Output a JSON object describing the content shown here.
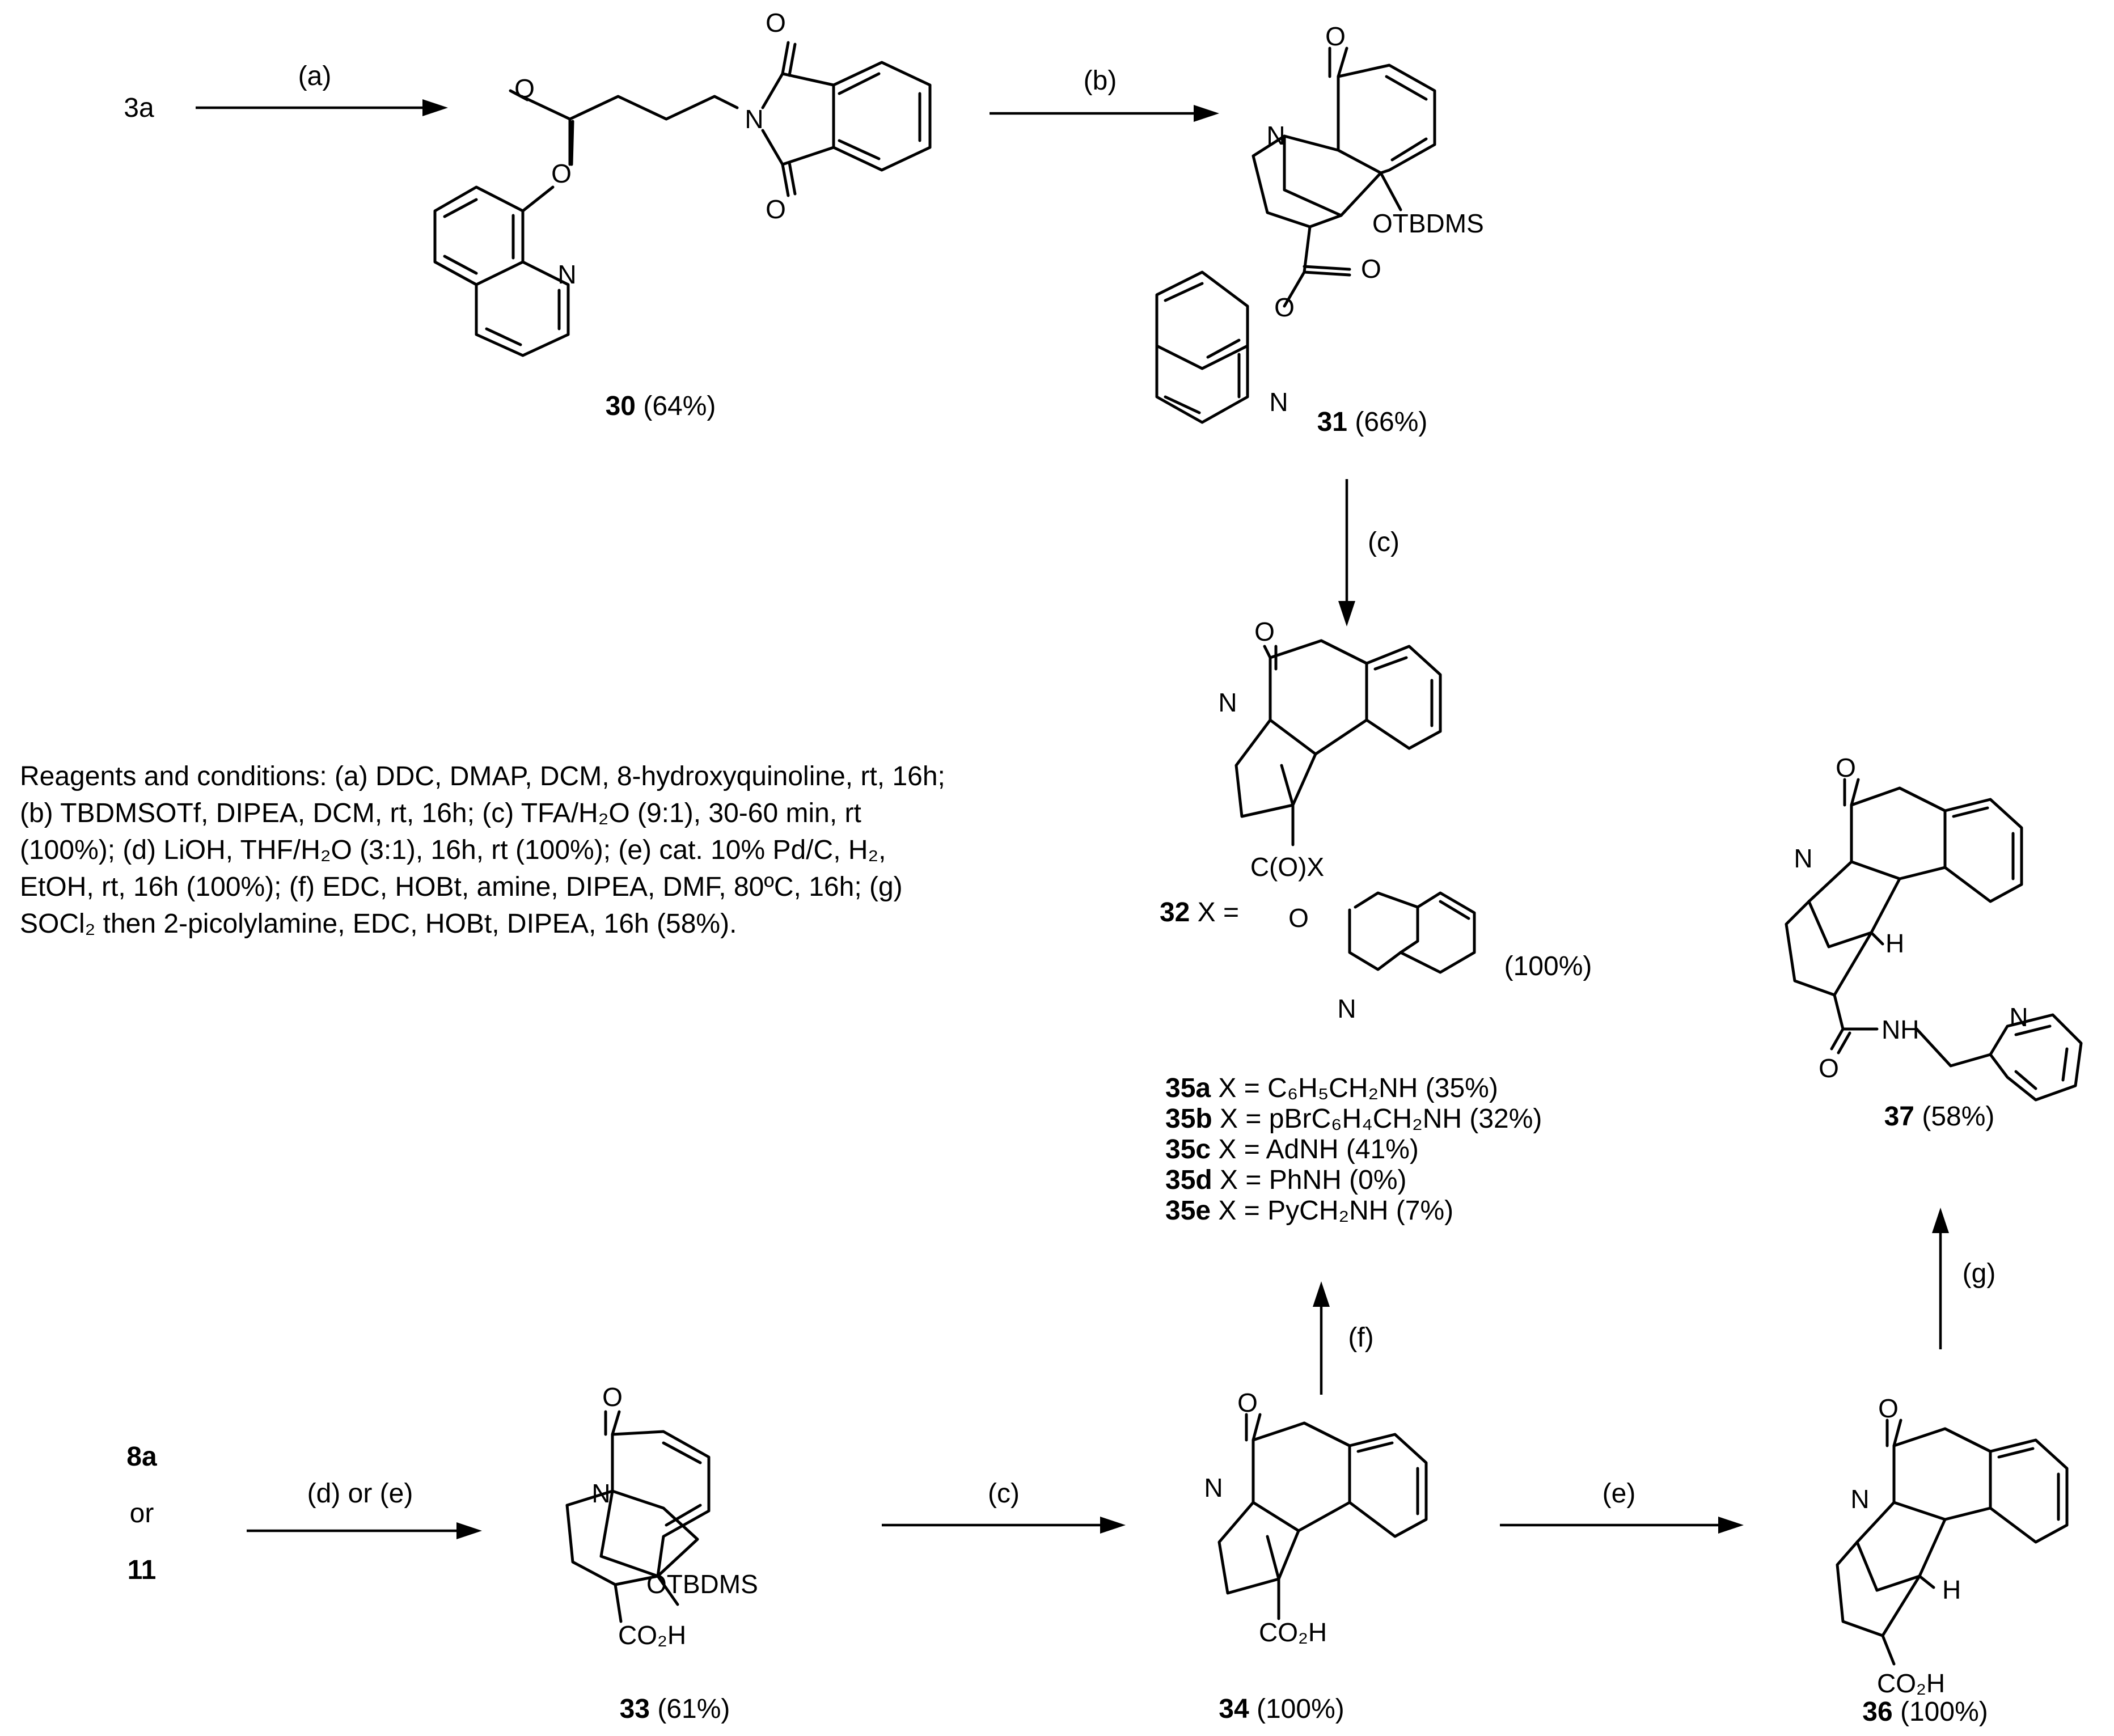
{
  "reagents_caption": [
    "Reagents and conditions: (a) DDC, DMAP, DCM, 8-hydroxyquinoline, rt, 16h;",
    "(b) TBDMSOTf, DIPEA, DCM, rt, 16h; (c) TFA/H₂O (9:1), 30-60 min, rt",
    "(100%); (d) LiOH, THF/H₂O (3:1), 16h, rt (100%); (e) cat. 10% Pd/C, H₂,",
    "EtOH, rt, 16h (100%); (f) EDC, HOBt, amine, DIPEA, DMF, 80ºC, 16h; (g)",
    "SOCl₂ then 2-picolylamine, EDC, HOBt, DIPEA, 16h (58%)."
  ],
  "start_materials": {
    "sm_3a": "3a",
    "sm_8a": "8a",
    "or_word": "or",
    "sm_11": "11"
  },
  "arrows": {
    "a": "(a)",
    "b": "(b)",
    "c1": "(c)",
    "d_or_e": "(d) or (e)",
    "c2": "(c)",
    "e": "(e)",
    "f": "(f)",
    "g": "(g)"
  },
  "atoms": {
    "O": "O",
    "N": "N",
    "H": "H",
    "OTBDMS": "OTBDMS",
    "CO2H": "CO₂H",
    "CO_X": "C(O)X",
    "NH": "NH"
  },
  "compounds": {
    "c30": {
      "num": "30",
      "yield": "(64%)"
    },
    "c31": {
      "num": "31",
      "yield": "(66%)"
    },
    "c32": {
      "num": "32",
      "x_eq": "X =",
      "yield": "(100%)"
    },
    "c33": {
      "num": "33",
      "yield": "(61%)"
    },
    "c34": {
      "num": "34",
      "yield": "(100%)"
    },
    "c36": {
      "num": "36",
      "yield": "(100%)"
    },
    "c37": {
      "num": "37",
      "yield": "(58%)"
    }
  },
  "series35": [
    {
      "id": "35a",
      "text": "X = C₆H₅CH₂NH (35%)"
    },
    {
      "id": "35b",
      "text": "X = pBrC₆H₄CH₂NH (32%)"
    },
    {
      "id": "35c",
      "text": "X = AdNH (41%)"
    },
    {
      "id": "35d",
      "text": "X = PhNH (0%)"
    },
    {
      "id": "35e",
      "text": "X = PyCH₂NH (7%)"
    }
  ]
}
